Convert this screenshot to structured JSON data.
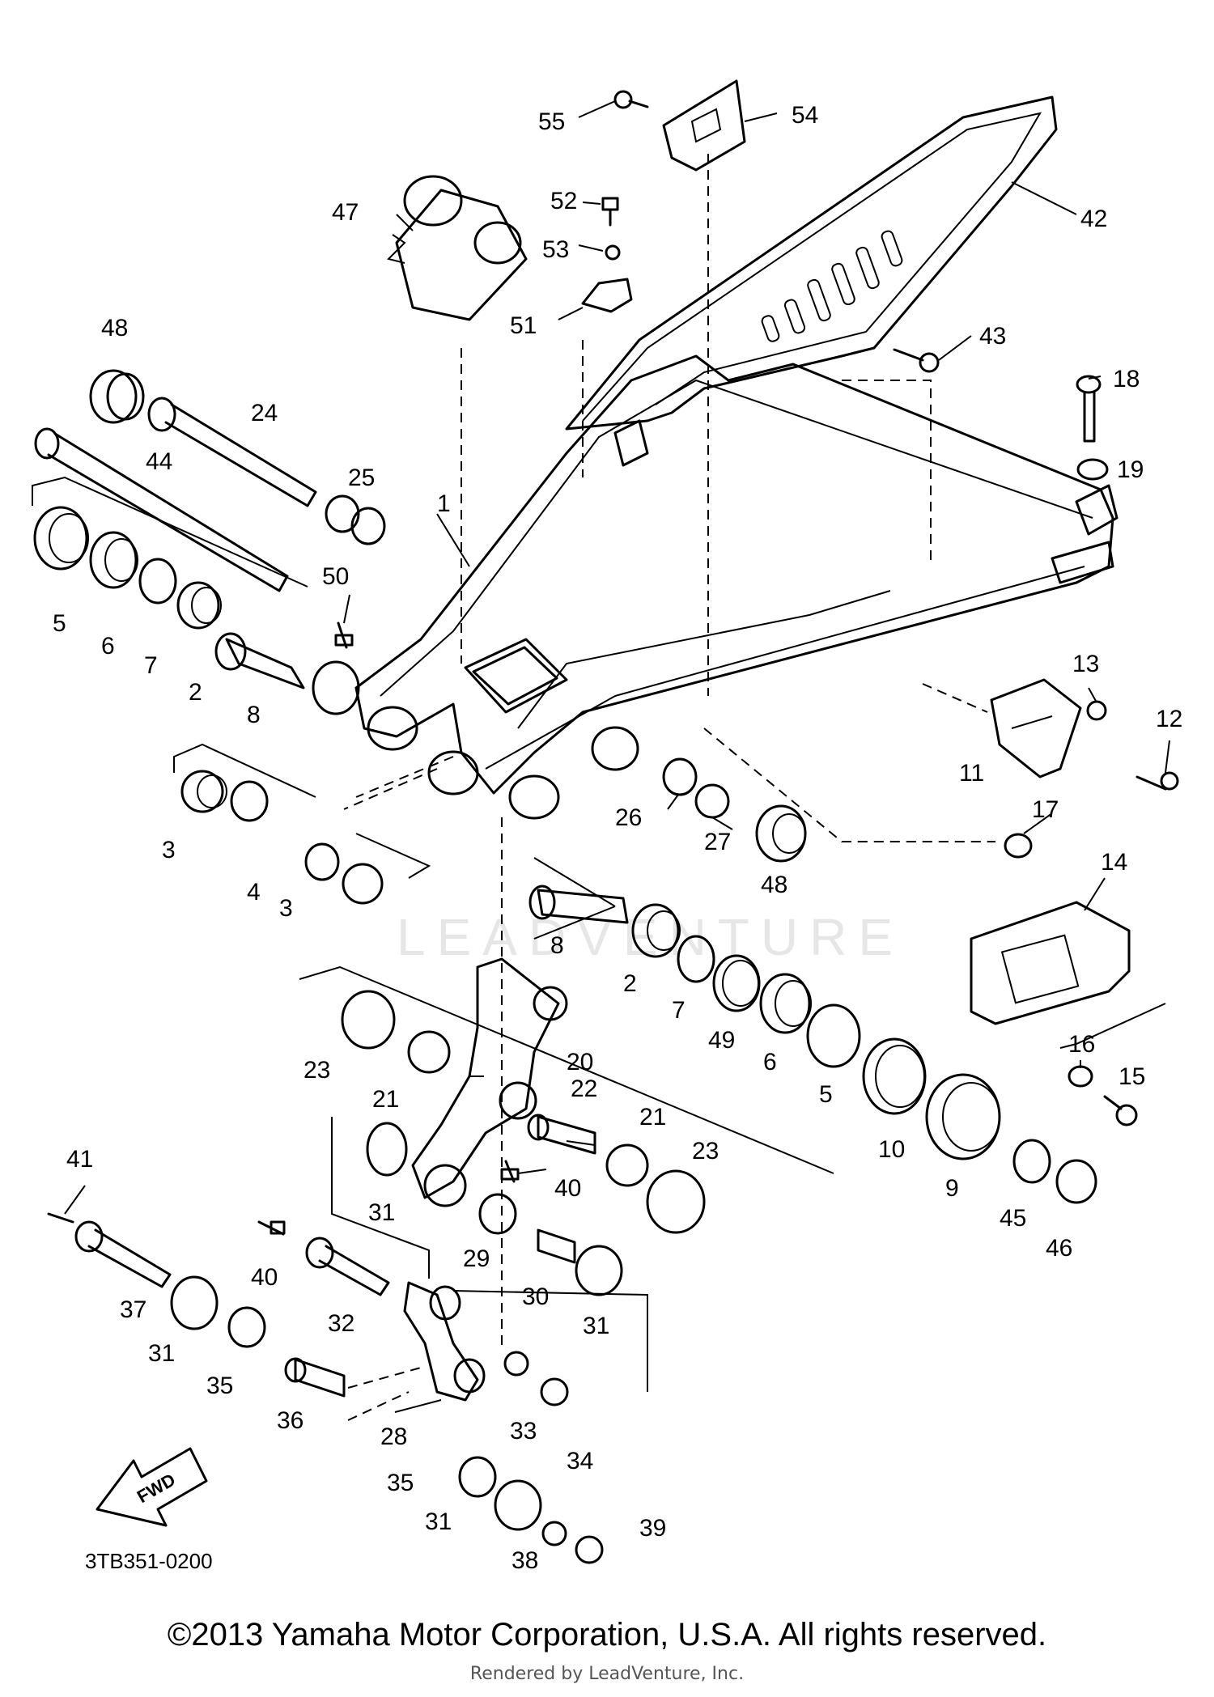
{
  "diagram_code": "3TB351-0200",
  "fwd_label": "FWD",
  "watermark": "LEADVENTURE",
  "copyright": "©2013 Yamaha Motor Corporation, U.S.A. All rights reserved.",
  "rendered_by": "Rendered by LeadVenture, Inc.",
  "callouts": [
    "55",
    "54",
    "42",
    "52",
    "53",
    "47",
    "51",
    "43",
    "48",
    "24",
    "18",
    "44",
    "25",
    "19",
    "1",
    "50",
    "5",
    "6",
    "7",
    "2",
    "8",
    "13",
    "12",
    "11",
    "3",
    "26",
    "27",
    "17",
    "4",
    "3",
    "48",
    "14",
    "8",
    "2",
    "7",
    "49",
    "6",
    "5",
    "10",
    "9",
    "16",
    "15",
    "23",
    "21",
    "20",
    "22",
    "21",
    "23",
    "40",
    "31",
    "41",
    "45",
    "46",
    "29",
    "30",
    "31",
    "40",
    "37",
    "32",
    "31",
    "35",
    "36",
    "28",
    "33",
    "34",
    "35",
    "31",
    "38",
    "39"
  ]
}
